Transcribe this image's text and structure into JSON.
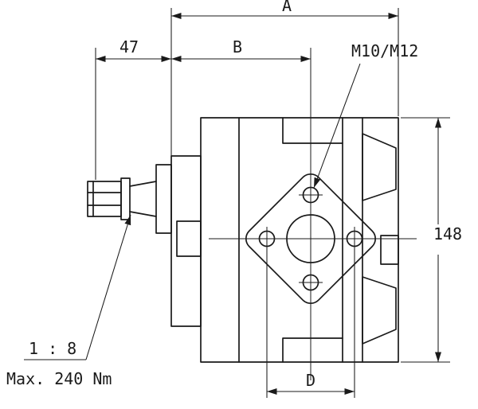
{
  "drawing": {
    "dimensions": {
      "a": "A",
      "b": "B",
      "shaft_length": "47",
      "height": "148",
      "bolt_spacing": "D",
      "thread_size": "M10/M12"
    },
    "annotations": {
      "taper_ratio": "1 : 8",
      "max_torque": "Max. 240 Nm"
    },
    "colors": {
      "line": "#1a1a1a",
      "background": "#ffffff"
    }
  }
}
